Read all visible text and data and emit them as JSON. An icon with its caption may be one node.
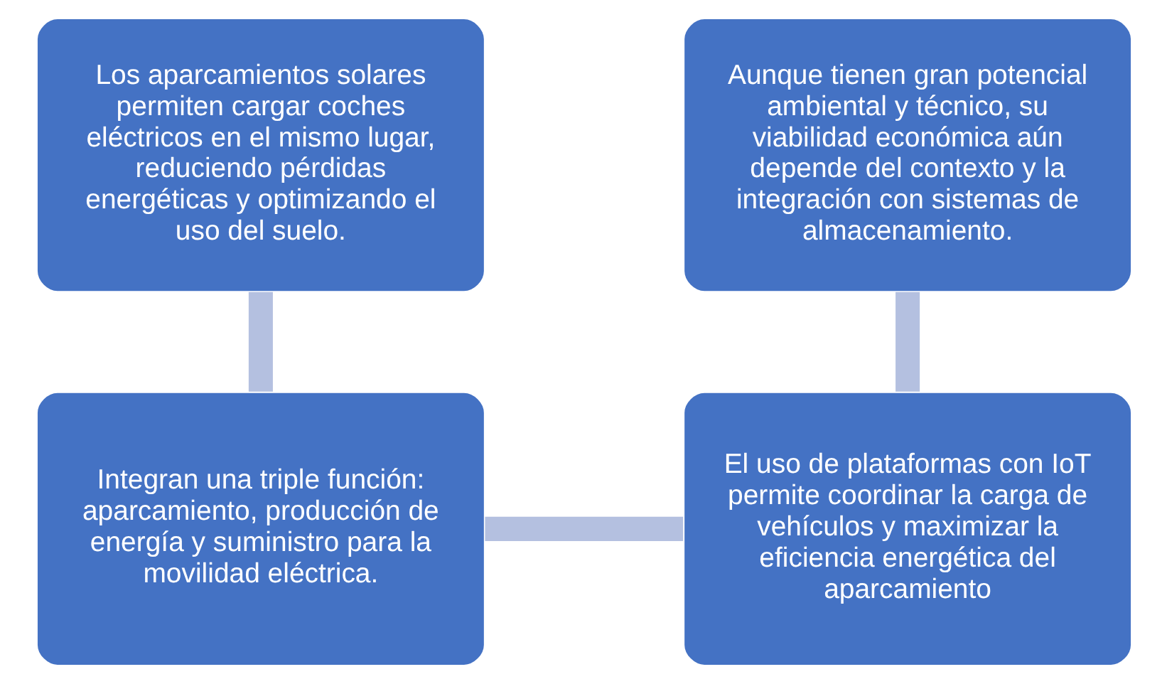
{
  "diagram": {
    "nodes": [
      {
        "text": [
          "Los aparcamientos solares permiten cargar coches eléctricos en el mismo lugar, reduciendo pérdidas energéticas y optimizando el uso del suelo."
        ]
      },
      {
        "text": [
          "Aunque tienen gran potencial ambiental y técnico, su viabilidad económica aún depende del contexto y la integración con sistemas de almacenamiento."
        ]
      },
      {
        "text": [
          "Integran una triple función: aparcamiento, producción de energía y suministro para la movilidad eléctrica."
        ]
      },
      {
        "text": [
          "El uso de plataformas con IoT permite coordinar la carga de vehículos y maximizar la eficiencia energética del aparcamiento"
        ]
      }
    ],
    "edges": [
      {
        "from": 0,
        "to": 2,
        "arrow": "none"
      },
      {
        "from": 2,
        "to": 3,
        "arrow": "none"
      },
      {
        "from": 3,
        "to": 1,
        "arrow": "none"
      }
    ]
  }
}
